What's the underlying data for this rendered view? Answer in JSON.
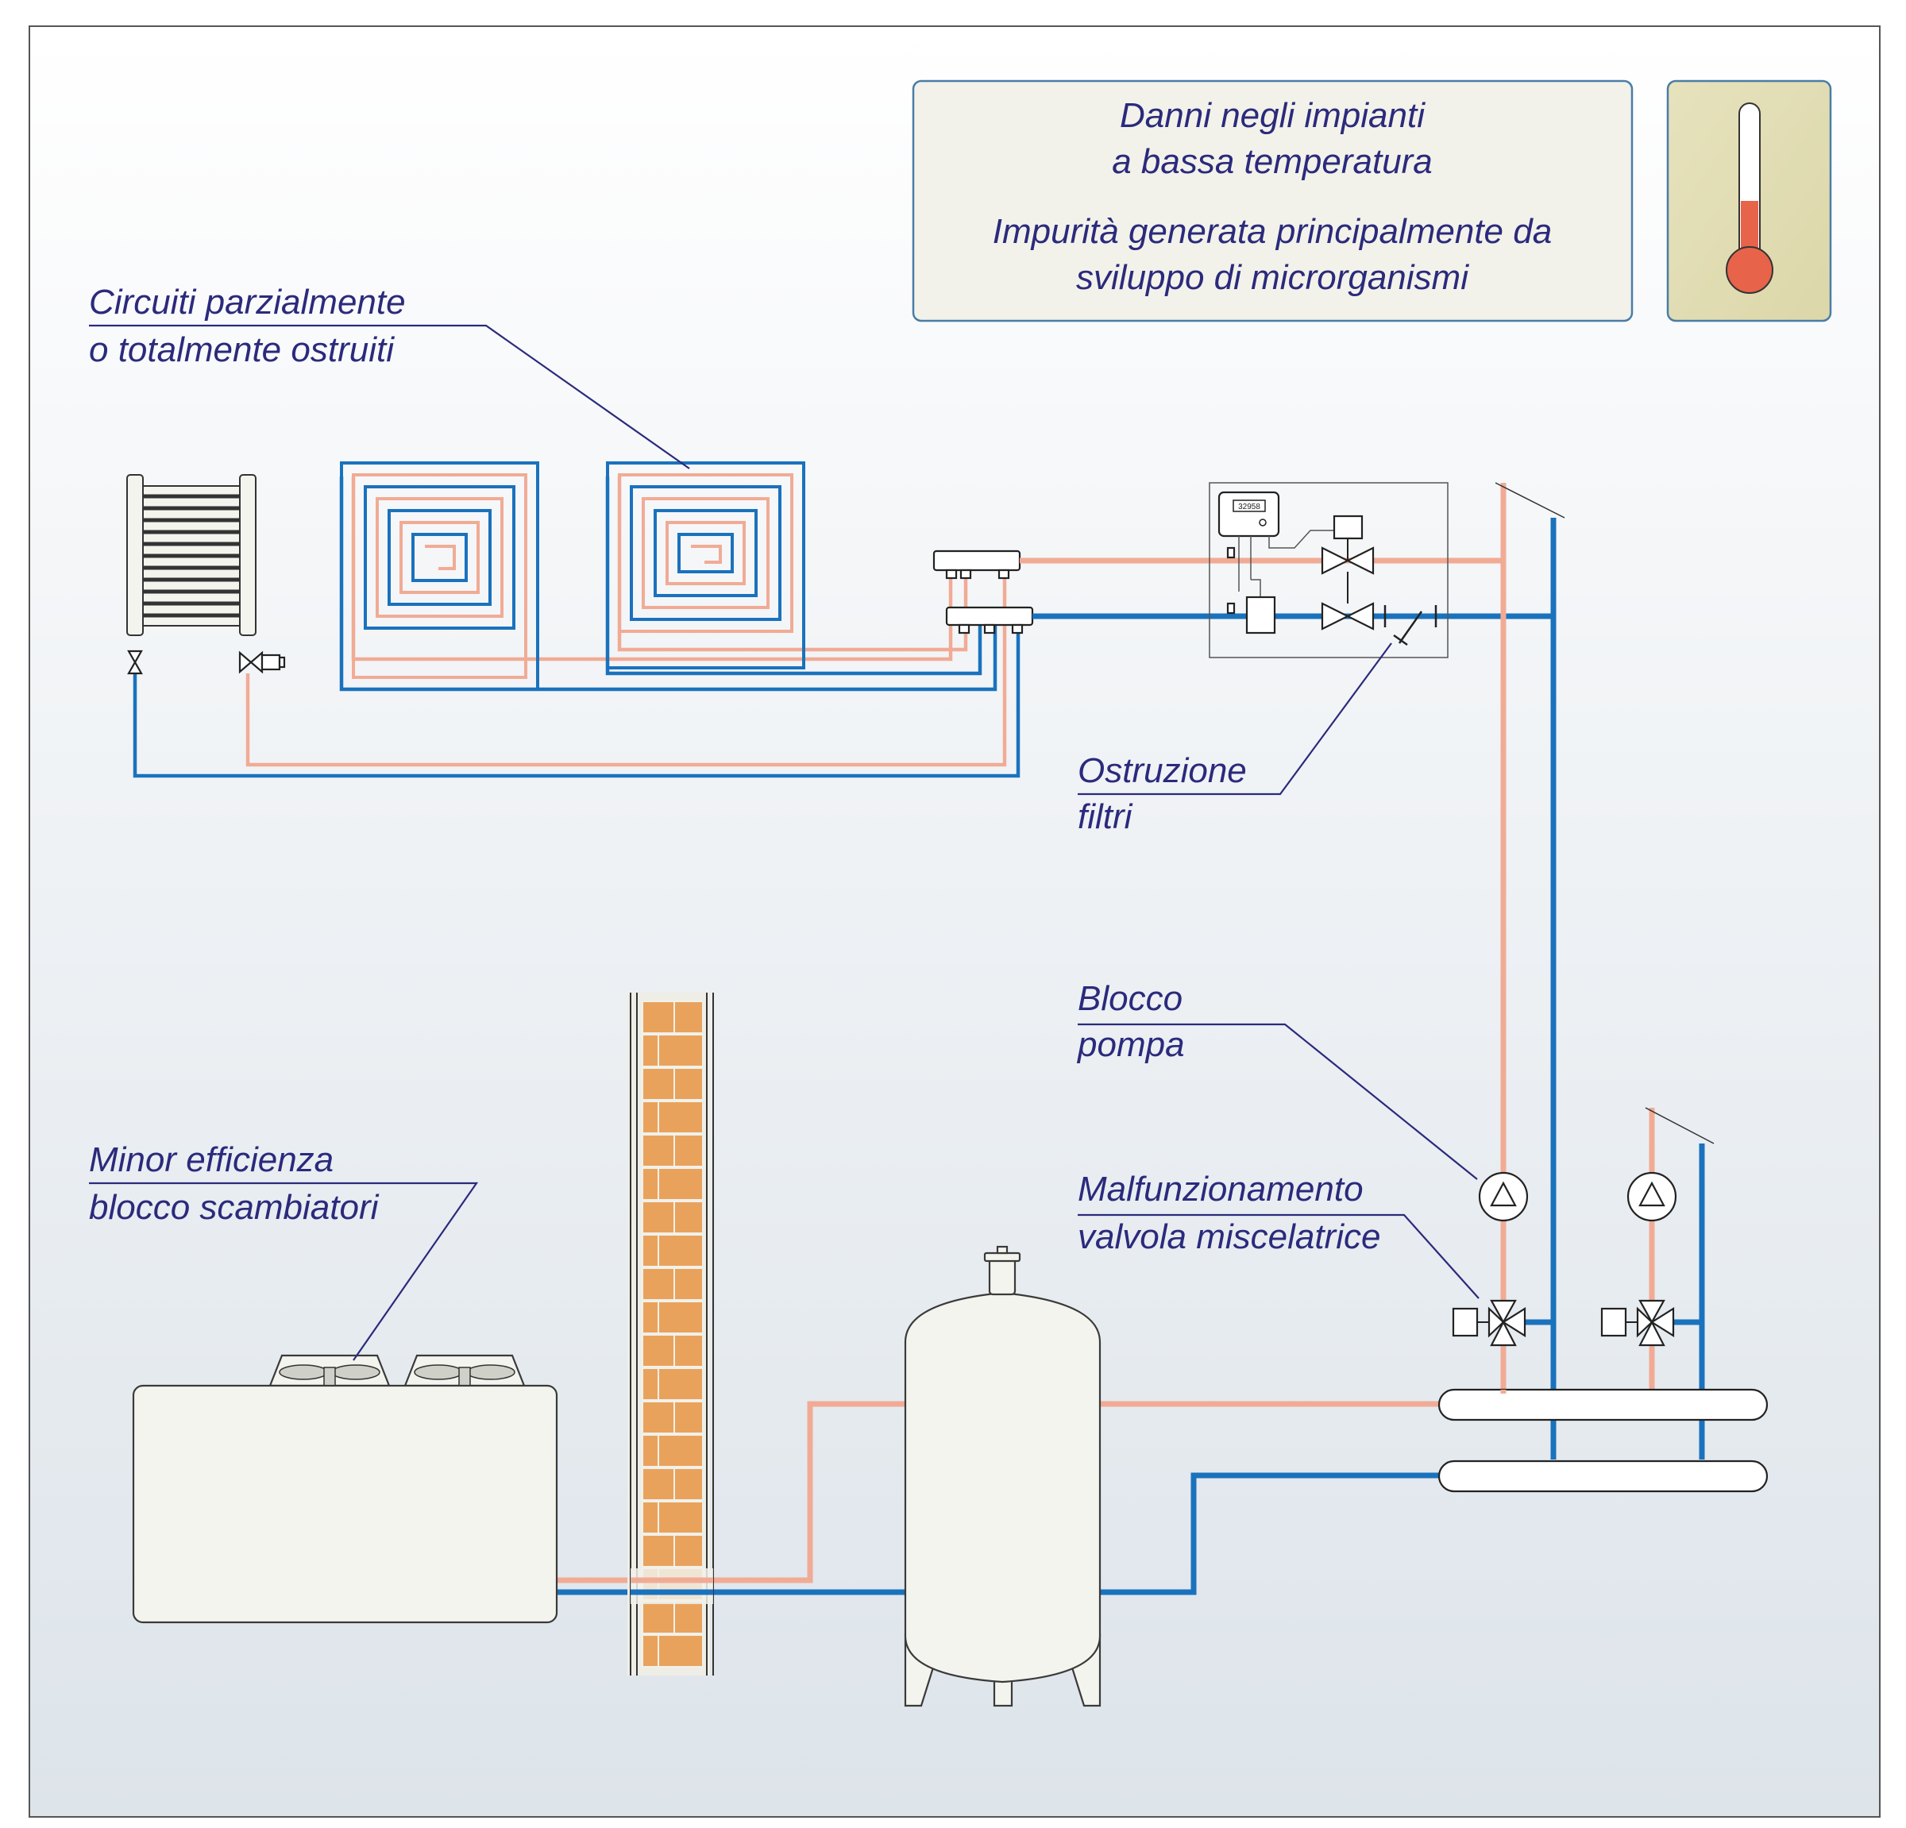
{
  "info_box": {
    "title_line1": "Danni negli impianti",
    "title_line2": "a bassa temperatura",
    "subtitle_line1": "Impurità generata principalmente da",
    "subtitle_line2": "sviluppo di microrganismi"
  },
  "labels": {
    "circuits": {
      "line1": "Circuiti parzialmente",
      "line2": "o totalmente ostruiti"
    },
    "filters": {
      "line1": "Ostruzione",
      "line2": "filtri"
    },
    "pump": {
      "line1": "Blocco",
      "line2": "pompa"
    },
    "valve": {
      "line1": "Malfunzionamento",
      "line2": "valvola miscelatrice"
    },
    "exchangers": {
      "line1": "Minor efficienza",
      "line2": "blocco scambiatori"
    }
  },
  "controller_display": "32958",
  "colors": {
    "hot_pipe": "#f1ab95",
    "cold_pipe": "#1a72bd",
    "text": "#2b2a7c",
    "info_box_bg": "#f2f2ea",
    "thermometer_bg": "#e3dfb6",
    "thermometer_fluid": "#e7634a",
    "brick": "#e9a25c"
  },
  "icons": [
    "thermometer-icon",
    "radiator-icon",
    "floor-heating-coil-icon",
    "manifold-icon",
    "mixing-valve-icon",
    "pump-icon",
    "buffer-tank-icon",
    "heat-pump-unit-icon",
    "fan-icon",
    "filter-icon",
    "brick-wall-icon"
  ]
}
